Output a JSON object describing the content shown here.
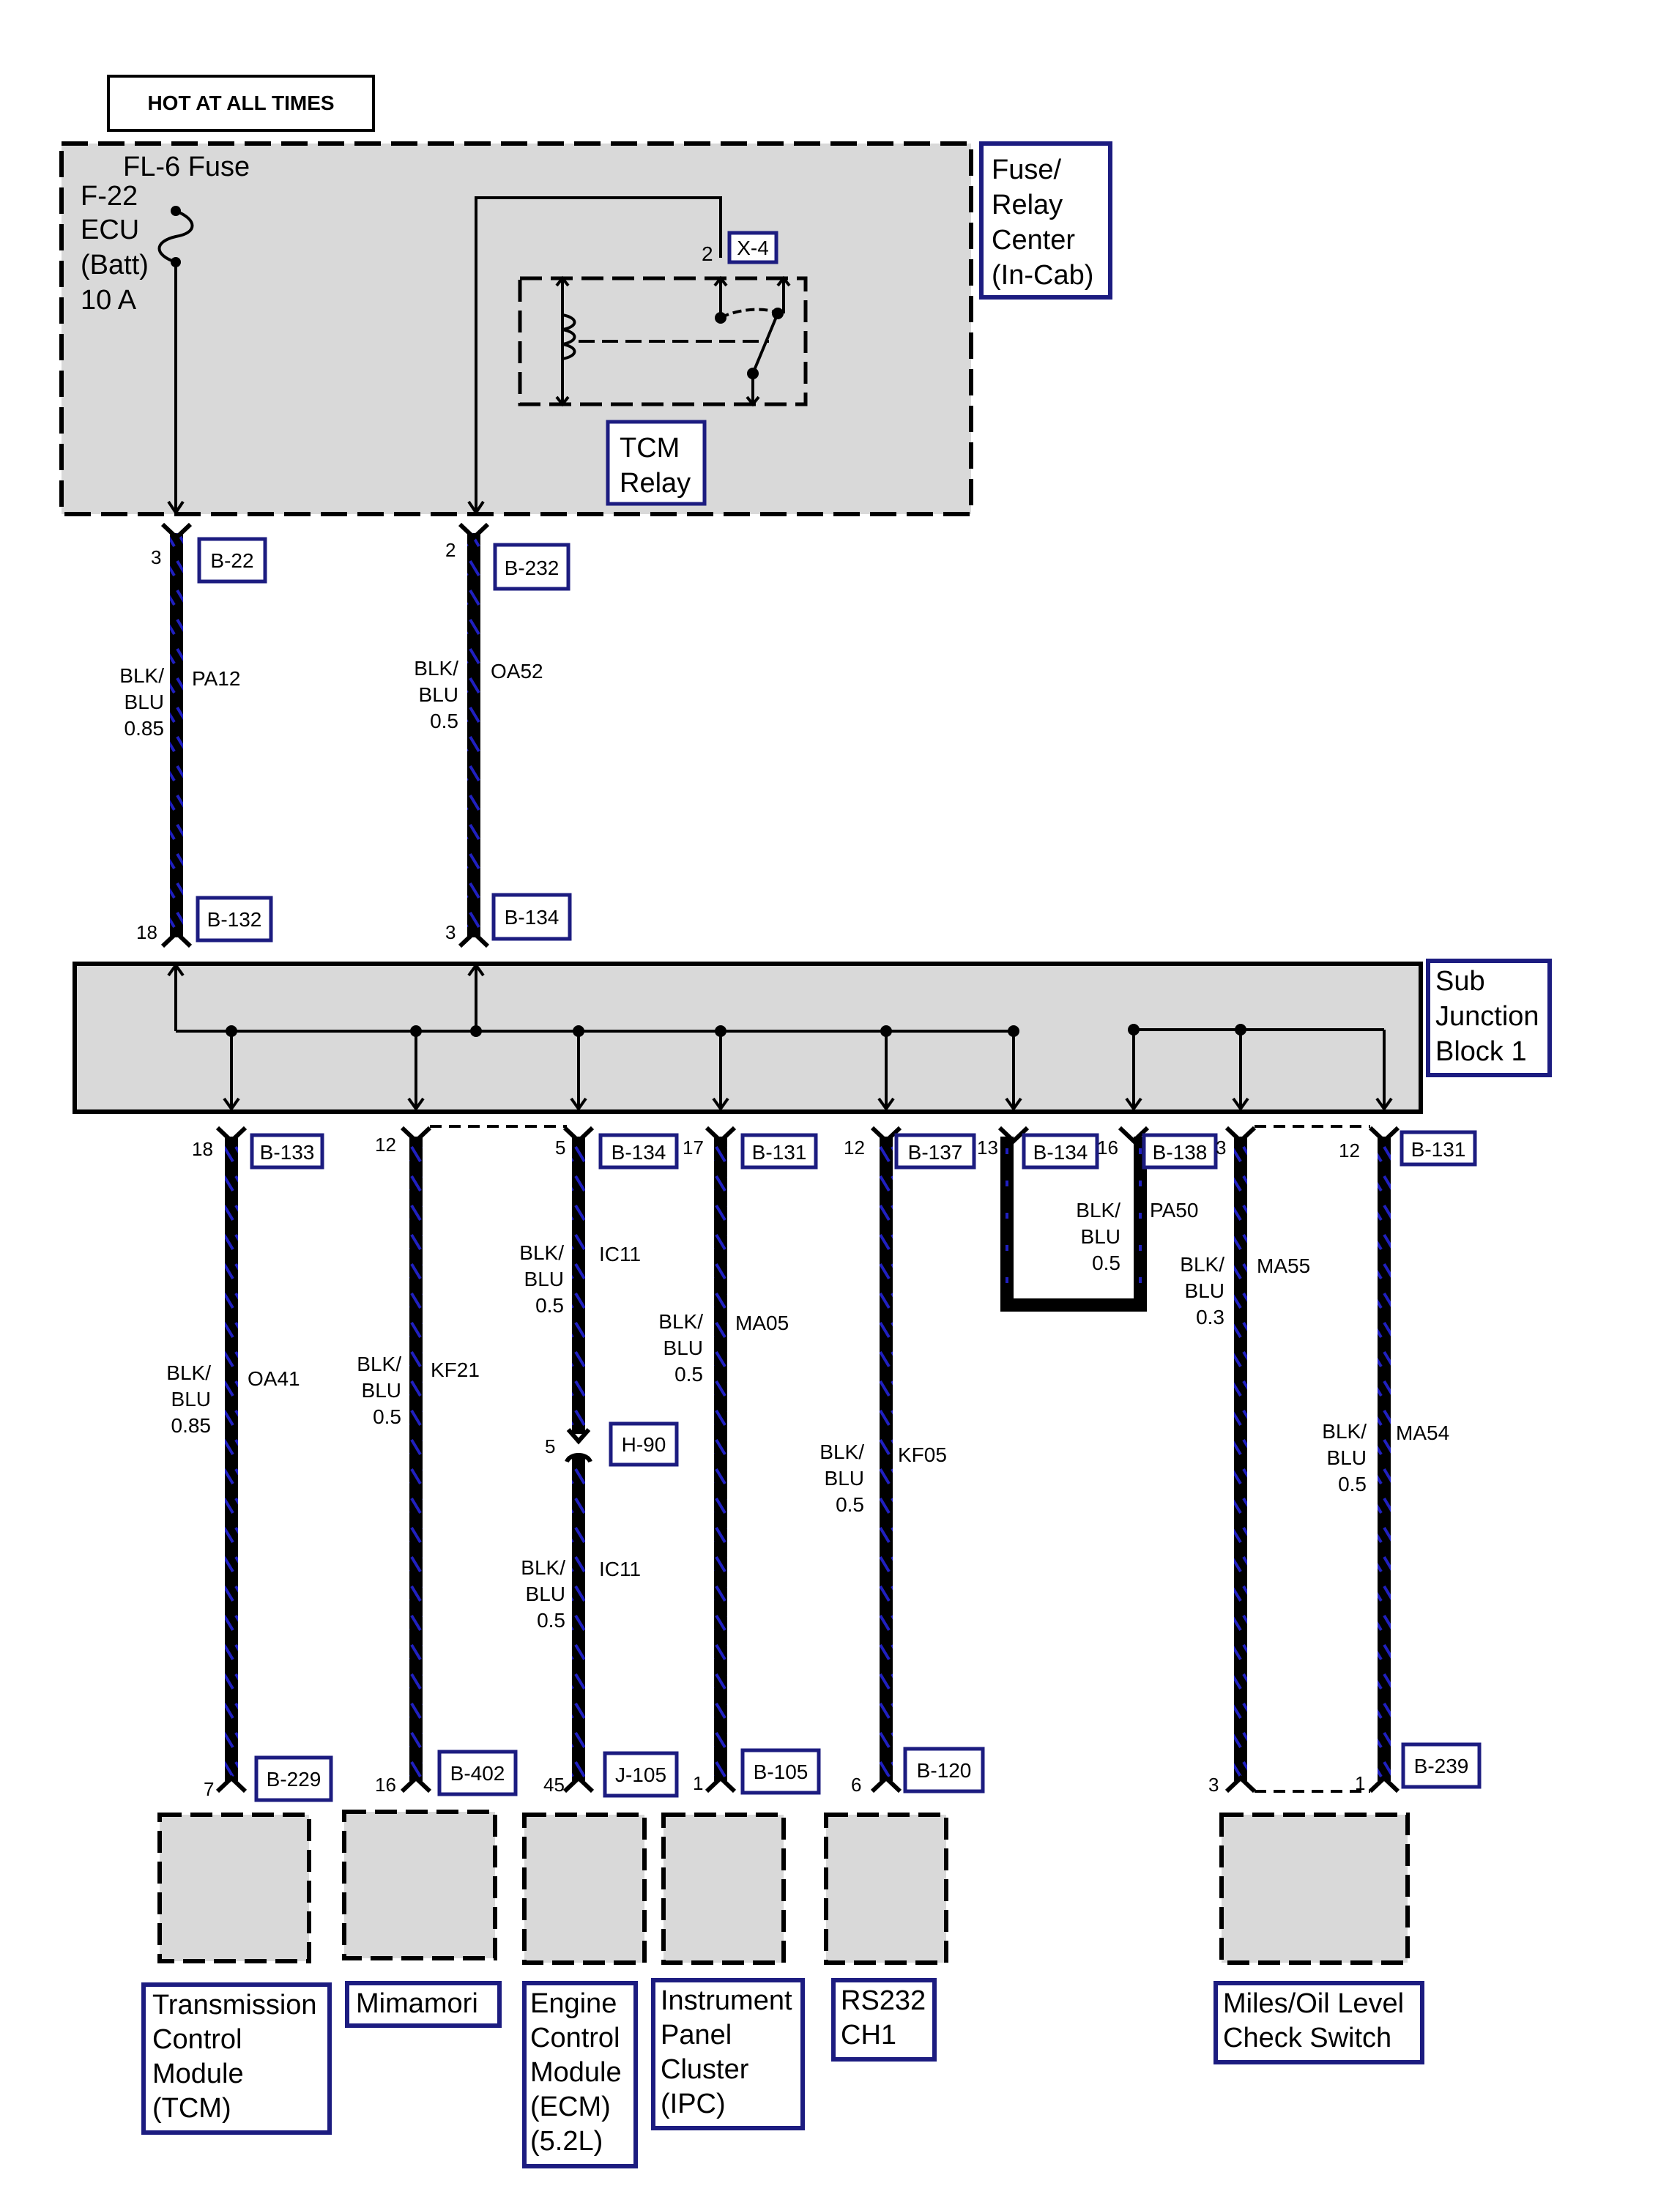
{
  "header": {
    "label": "HOT AT ALL TIMES"
  },
  "fuse_relay_center": {
    "name_lines": [
      "Fuse/",
      "Relay",
      "Center",
      "(In-Cab)"
    ],
    "fuse_lines": [
      "FL-6 Fuse",
      "F-22",
      "ECU",
      "(Batt)",
      "10 A"
    ],
    "relay_label_lines": [
      "TCM",
      "Relay"
    ],
    "relay_connector": "X-4",
    "relay_pin": "2"
  },
  "upper_wires": [
    {
      "top_pin": "3",
      "top_connector": "B-22",
      "color_lines": [
        "BLK/",
        "BLU",
        "0.85"
      ],
      "circuit": "PA12",
      "bottom_pin": "18",
      "bottom_connector": "B-132"
    },
    {
      "top_pin": "2",
      "top_connector": "B-232",
      "color_lines": [
        "BLK/",
        "BLU",
        "0.5"
      ],
      "circuit": "OA52",
      "bottom_pin": "3",
      "bottom_connector": "B-134"
    }
  ],
  "sub_junction": {
    "name_lines": [
      "Sub",
      "Junction",
      "Block 1"
    ]
  },
  "lower_wires": [
    {
      "top_pin": "18",
      "top_connector": "B-133",
      "color_lines": [
        "BLK/",
        "BLU",
        "0.85"
      ],
      "circuit": "OA41",
      "bottom_pin": "7",
      "bottom_connector": "B-229"
    },
    {
      "top_pin": "12",
      "top_connector": "",
      "color_lines": [
        "BLK/",
        "BLU",
        "0.5"
      ],
      "circuit": "KF21",
      "bottom_pin": "16",
      "bottom_connector": "B-402"
    },
    {
      "top_pin": "5",
      "top_connector": "B-134",
      "color_lines": [
        "BLK/",
        "BLU",
        "0.5"
      ],
      "circuit": "IC11",
      "inline_pin": "5",
      "inline_connector": "H-90",
      "color_lines_2": [
        "BLK/",
        "BLU",
        "0.5"
      ],
      "circuit_2": "IC11",
      "bottom_pin": "45",
      "bottom_connector": "J-105"
    },
    {
      "top_pin": "17",
      "top_connector": "B-131",
      "color_lines": [
        "BLK/",
        "BLU",
        "0.5"
      ],
      "circuit": "MA05",
      "bottom_pin": "1",
      "bottom_connector": "B-105"
    },
    {
      "top_pin": "12",
      "top_connector": "B-137",
      "color_lines": [
        "BLK/",
        "BLU",
        "0.5"
      ],
      "circuit": "KF05",
      "bottom_pin": "6",
      "bottom_connector": "B-120"
    }
  ],
  "jumper": {
    "pin_a": "13",
    "connector_a": "B-134",
    "pin_b": "16",
    "connector_b": "B-138",
    "color_lines": [
      "BLK/",
      "BLU",
      "0.5"
    ],
    "circuit": "PA50"
  },
  "miles_wires": [
    {
      "top_pin": "3",
      "color_lines": [
        "BLK/",
        "BLU",
        "0.3"
      ],
      "circuit": "MA55",
      "bottom_pin": "3"
    },
    {
      "top_pin": "12",
      "top_connector": "B-131",
      "color_lines": [
        "BLK/",
        "BLU",
        "0.5"
      ],
      "circuit": "MA54",
      "bottom_pin": "1",
      "bottom_connector": "B-239"
    }
  ],
  "components": [
    {
      "name_lines": [
        "Transmission",
        "Control",
        "Module",
        "(TCM)"
      ]
    },
    {
      "name_lines": [
        "Mimamori"
      ]
    },
    {
      "name_lines": [
        "Engine",
        "Control",
        "Module",
        "(ECM)",
        "(5.2L)"
      ]
    },
    {
      "name_lines": [
        "Instrument",
        "Panel",
        "Cluster",
        "(IPC)"
      ]
    },
    {
      "name_lines": [
        "RS232",
        "CH1"
      ]
    },
    {
      "name_lines": [
        "Miles/Oil Level",
        "Check Switch"
      ]
    }
  ],
  "colors": {
    "wire": "#000000",
    "stripe": "#2020c0",
    "box_fill": "#d9d9d9",
    "label_border": "#1c1c80"
  }
}
